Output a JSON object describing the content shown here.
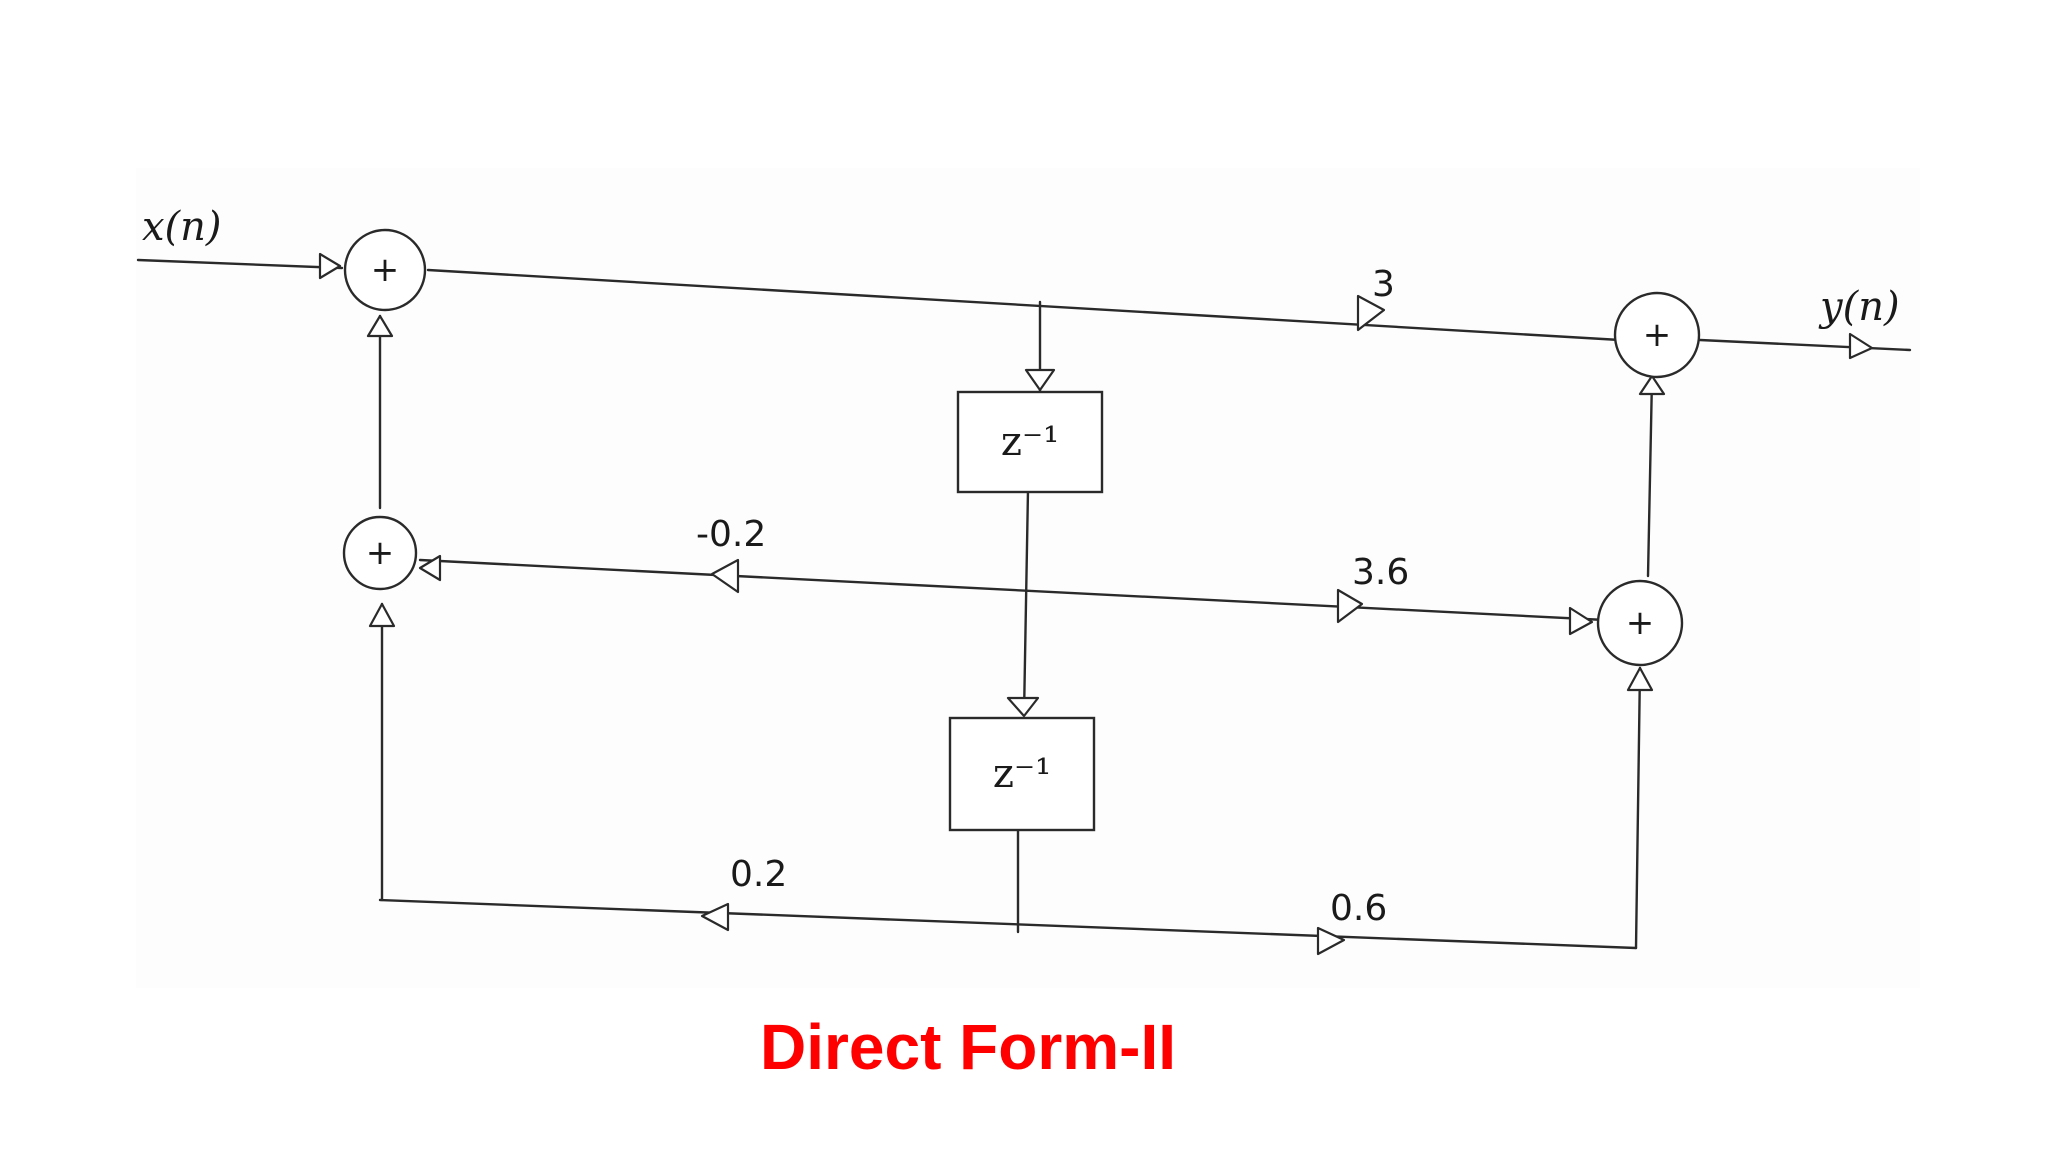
{
  "diagram": {
    "input_label": "x(n)",
    "output_label": "y(n)",
    "adder_sign": "+",
    "delay_label": "z⁻¹",
    "coefficients": {
      "b0": "3",
      "a1": "-0.2",
      "b1": "3.6",
      "a2": "0.2",
      "b2": "0.6"
    }
  },
  "caption": "Direct Form-II",
  "colors": {
    "caption": "#ff0000",
    "ink": "#2a2a2a"
  }
}
